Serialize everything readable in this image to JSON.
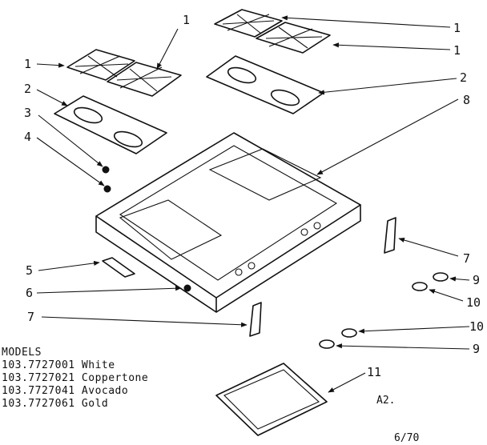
{
  "callouts": {
    "c1a": "1",
    "c1b": "1",
    "c1c": "1",
    "c1d": "1",
    "c2a": "2",
    "c2b": "2",
    "c3": "3",
    "c4": "4",
    "c5": "5",
    "c6": "6",
    "c7a": "7",
    "c7b": "7",
    "c8": "8",
    "c9a": "9",
    "c9b": "9",
    "c10a": "10",
    "c10b": "10",
    "c11": "11"
  },
  "models": {
    "heading": "MODELS",
    "list": [
      {
        "number": "103.7727001",
        "color": "White"
      },
      {
        "number": "103.7727021",
        "color": "Coppertone"
      },
      {
        "number": "103.7727041",
        "color": "Avocado"
      },
      {
        "number": "103.7727061",
        "color": "Gold"
      }
    ]
  },
  "page_code": "A2.",
  "date": "6/70"
}
